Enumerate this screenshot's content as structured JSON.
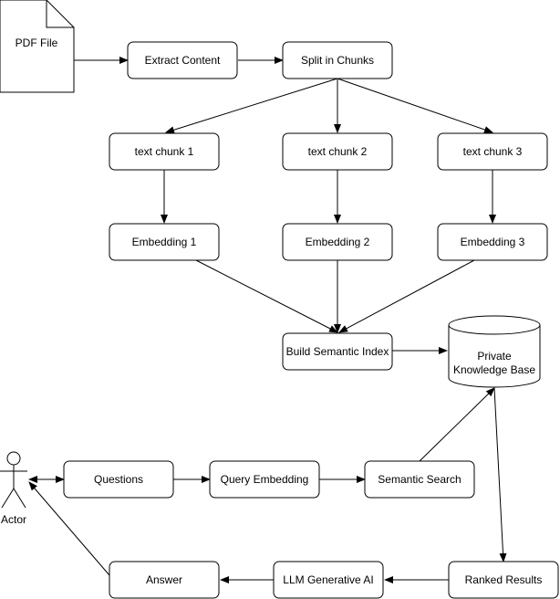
{
  "nodes": {
    "pdf_file": "PDF File",
    "extract_content": "Extract Content",
    "split_in_chunks": "Split in Chunks",
    "text_chunk_1": "text chunk 1",
    "text_chunk_2": "text chunk 2",
    "text_chunk_3": "text chunk 3",
    "embedding_1": "Embedding 1",
    "embedding_2": "Embedding 2",
    "embedding_3": "Embedding 3",
    "build_semantic_index": "Build Semantic Index",
    "knowledge_base_line1": "Private",
    "knowledge_base_line2": "Knowledge Base",
    "actor": "Actor",
    "questions": "Questions",
    "query_embedding": "Query Embedding",
    "semantic_search": "Semantic Search",
    "ranked_results": "Ranked Results",
    "llm_generative_ai": "LLM Generative AI",
    "answer": "Answer"
  },
  "edges": [
    {
      "from": "PDF File",
      "to": "Extract Content"
    },
    {
      "from": "Extract Content",
      "to": "Split in Chunks"
    },
    {
      "from": "Split in Chunks",
      "to": "text chunk 1"
    },
    {
      "from": "Split in Chunks",
      "to": "text chunk 2"
    },
    {
      "from": "Split in Chunks",
      "to": "text chunk 3"
    },
    {
      "from": "text chunk 1",
      "to": "Embedding 1"
    },
    {
      "from": "text chunk 2",
      "to": "Embedding 2"
    },
    {
      "from": "text chunk 3",
      "to": "Embedding 3"
    },
    {
      "from": "Embedding 1",
      "to": "Build Semantic Index"
    },
    {
      "from": "Embedding 2",
      "to": "Build Semantic Index"
    },
    {
      "from": "Embedding 3",
      "to": "Build Semantic Index"
    },
    {
      "from": "Build Semantic Index",
      "to": "Private Knowledge Base"
    },
    {
      "from": "Actor",
      "to": "Questions",
      "bidirectional": true
    },
    {
      "from": "Questions",
      "to": "Query Embedding"
    },
    {
      "from": "Query Embedding",
      "to": "Semantic Search"
    },
    {
      "from": "Semantic Search",
      "to": "Private Knowledge Base"
    },
    {
      "from": "Private Knowledge Base",
      "to": "Ranked Results"
    },
    {
      "from": "Ranked Results",
      "to": "LLM Generative AI"
    },
    {
      "from": "LLM Generative AI",
      "to": "Answer"
    },
    {
      "from": "Answer",
      "to": "Actor"
    }
  ]
}
